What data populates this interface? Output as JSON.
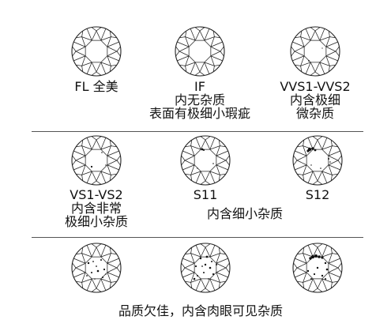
{
  "rows": [
    {
      "cells": [
        {
          "id": "fl",
          "lines": [
            "FL 全美"
          ],
          "inclusions": "none"
        },
        {
          "id": "if",
          "lines": [
            "IF",
            "内无杂质",
            "表面有极细小瑕疵"
          ],
          "inclusions": "none"
        },
        {
          "id": "vvs",
          "lines": [
            "VVS1-VVS2",
            "内含极细",
            "微杂质"
          ],
          "inclusions": "tiny"
        }
      ]
    },
    {
      "cells": [
        {
          "id": "vs",
          "lines": [
            "VS1-VS2",
            "内含非常",
            "极细小杂质"
          ],
          "inclusions": "small"
        },
        {
          "id": "si1",
          "lines": [
            "S11"
          ],
          "inclusions": "medium"
        },
        {
          "id": "si2",
          "lines": [
            "S12"
          ],
          "inclusions": "large"
        }
      ],
      "shared_caption": "内含细小杂质"
    },
    {
      "cells": [
        {
          "id": "i1",
          "inclusions": "many"
        },
        {
          "id": "i2",
          "inclusions": "many-dark"
        },
        {
          "id": "i3",
          "inclusions": "heavy"
        }
      ],
      "shared_caption": "品质欠佳，内含肉眼可见杂质"
    }
  ]
}
